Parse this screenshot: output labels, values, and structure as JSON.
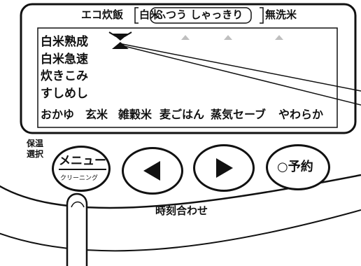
{
  "panel": {
    "header": {
      "eco_label": "エコ炊飯",
      "white_rice_label": "白米",
      "normal_crisp_label": "ふつう しゃっきり",
      "no_wash_label": "無洗米"
    },
    "menu": {
      "items": [
        "白米熟成",
        "白米急速",
        "炊きこみ",
        "すしめし"
      ],
      "bottom_items": [
        "おかゆ",
        "玄米",
        "雑穀米",
        "麦ごはん",
        "蒸気セーブ",
        "やわらか"
      ]
    }
  },
  "controls": {
    "keep_warm_label_line1": "保温",
    "keep_warm_label_line2": "選択",
    "menu_button_label": "メニュー",
    "cleaning_sublabel": "クリーニング",
    "left_arrow_icon": "triangle-left-icon",
    "right_arrow_icon": "triangle-right-icon",
    "time_set_label": "時刻合わせ",
    "reserve_button_label": "○予約"
  },
  "colors": {
    "line": "#111111",
    "indicator": "#bfbfbf"
  }
}
